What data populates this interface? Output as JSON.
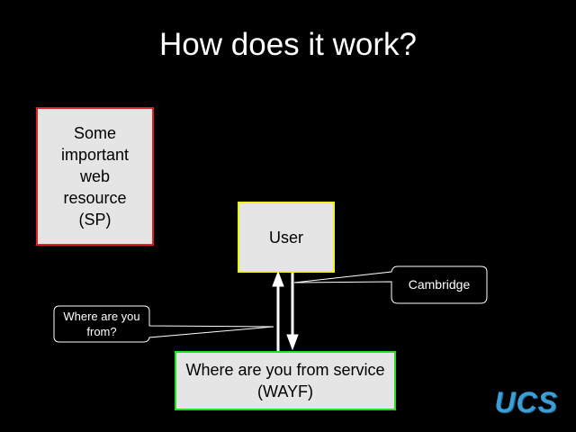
{
  "title": "How does it work?",
  "sp": {
    "label": "Some important web resource (SP)"
  },
  "user": {
    "label": "User"
  },
  "wayf": {
    "label": "Where are you from service (WAYF)"
  },
  "callouts": {
    "question": "Where are you from?",
    "answer": "Cambridge"
  },
  "logo": "UCS",
  "colors": {
    "sp_border": "#e02020",
    "user_border": "#f0f020",
    "wayf_border": "#22dd22"
  }
}
